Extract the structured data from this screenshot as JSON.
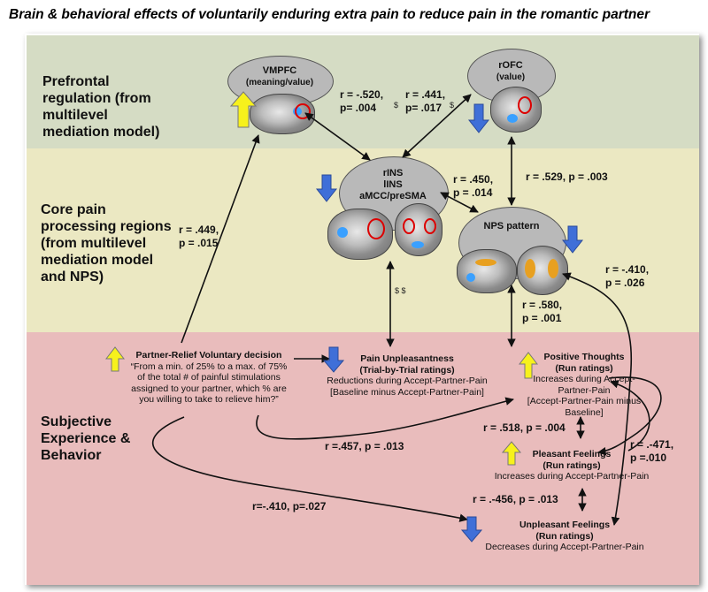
{
  "title": "Brain & behavioral effects of voluntarily enduring extra pain to reduce pain in the romantic partner",
  "bands": {
    "prefrontal": [
      "Prefrontal",
      "regulation (from",
      "multilevel",
      "mediation model)"
    ],
    "core": [
      "Core pain",
      "processing regions",
      "(from multilevel",
      "mediation model",
      "and NPS)"
    ],
    "subjective": [
      "Subjective",
      "Experience &",
      "Behavior"
    ]
  },
  "nodes": {
    "vmpfc": [
      "VMPFC",
      "(meaning/value)"
    ],
    "rofc": [
      "rOFC",
      "(value)"
    ],
    "ins": [
      "rINS",
      "lINS",
      "aMCC/preSMA"
    ],
    "nps": [
      "NPS pattern"
    ],
    "partner_relief": {
      "title": "Partner-Relief Voluntary decision",
      "lines": [
        "“From a min. of 25% to a max. of 75%",
        "of the total # of painful stimulations",
        "assigned to your partner, which % are",
        "you willing to take to relieve him?”"
      ]
    },
    "pain_unpleasantness": {
      "title": [
        "Pain Unpleasantness",
        "(Trial-by-Trial ratings)"
      ],
      "lines": [
        "Reductions during Accept-Partner-Pain",
        "[Baseline minus Accept-Partner-Pain]"
      ]
    },
    "positive_thoughts": {
      "title": [
        "Positive Thoughts",
        "(Run ratings)"
      ],
      "lines": [
        "Increases during Accept-",
        "Partner-Pain",
        "[Accept-Partner-Pain minus",
        "Baseline]"
      ]
    },
    "pleasant_feelings": {
      "title": [
        "Pleasant Feelings",
        "(Run ratings)"
      ],
      "lines": [
        "Increases during Accept-Partner-Pain"
      ]
    },
    "unpleasant_feelings": {
      "title": [
        "Unpleasant Feelings",
        "(Run ratings)"
      ],
      "lines": [
        "Decreases during Accept-Partner-Pain"
      ]
    }
  },
  "stats": {
    "vmpfc_ins": [
      "r = -.520,",
      "p= .004"
    ],
    "ins_rofc": [
      "r = .441,",
      "p= .017"
    ],
    "ins_nps": [
      "r = .450,",
      "p = .014"
    ],
    "rofc_nps": "r = .529, p = .003",
    "decision_vmpfc": [
      "r = .449,",
      "p = .015"
    ],
    "nps_unpleasant": [
      "r = -.410,",
      "p = .026"
    ],
    "nps_positive": [
      "r = .580,",
      "p = .001"
    ],
    "positive_pleasant": "r = .518, p = .004",
    "pleasant_unpleasant": "r = .-456, p = .013",
    "positive_pain": "r =.457, p = .013",
    "decision_unpleasant": "r=-.410, p=.027",
    "positive_unpleasant": [
      "r = .-471,",
      "p =.010"
    ],
    "dagger_1": "$",
    "dagger_2": "$",
    "dagger_3": "$ $"
  },
  "colors": {
    "green_band": "#d5dcc4",
    "yellow_band": "#ebe8c2",
    "red_band": "#e9bcbc",
    "up_arrow": "#f7f11c",
    "down_arrow": "#3f6fd8"
  }
}
